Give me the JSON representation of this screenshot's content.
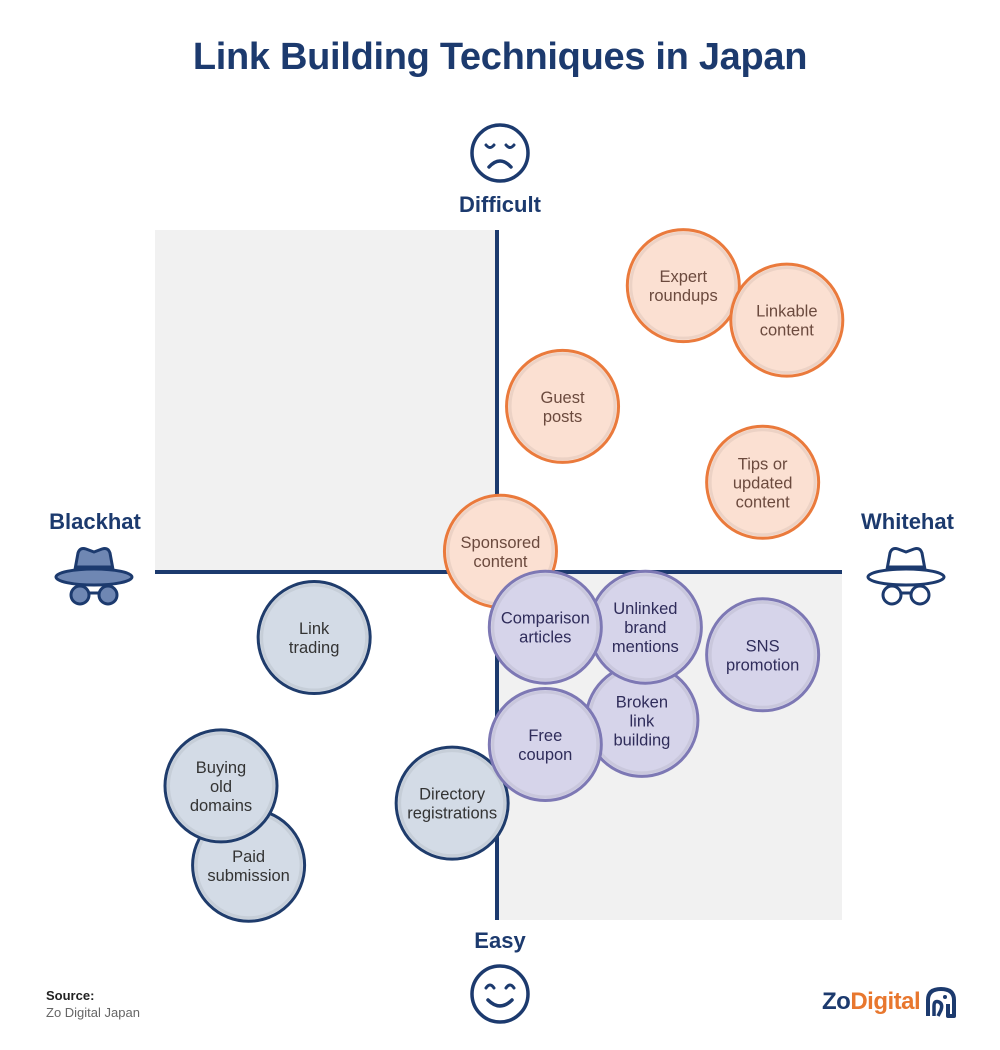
{
  "title": "Link Building Techniques in Japan",
  "axes": {
    "top": "Difficult",
    "bottom": "Easy",
    "left": "Blackhat",
    "right": "Whitehat",
    "top_icon": "sad-face-icon",
    "bottom_icon": "happy-face-icon",
    "left_icon": "blackhat-spy-icon",
    "right_icon": "whitehat-spy-icon"
  },
  "colors": {
    "navy": "#1c3a6e",
    "quadrant_shade": "#f1f1f1",
    "orange_fill": "#fbe0d2",
    "orange_stroke": "#ea7a3c",
    "orange_text": "#6b4a3e",
    "purple_fill": "#d6d4ea",
    "purple_stroke": "#7d78b4",
    "purple_text": "#2f2c5a",
    "gray_fill": "#d3dbe6",
    "gray_stroke": "#1f3c6c",
    "gray_text": "#333333",
    "logo_orange": "#e8772e"
  },
  "chart_data": {
    "type": "scatter",
    "title": "Link Building Techniques in Japan",
    "xlabel_left": "Blackhat",
    "xlabel_right": "Whitehat",
    "ylabel_top": "Difficult",
    "ylabel_bottom": "Easy",
    "xlim": [
      -1,
      1
    ],
    "ylim": [
      -1,
      1
    ],
    "note": "x: -1 = Blackhat, +1 = Whitehat; y: -1 = Easy, +1 = Difficult (approximate positions)",
    "categories": {
      "orange": "Whitehat difficult",
      "purple": "Whitehat easy",
      "gray": "Blackhat"
    },
    "points": [
      {
        "label": [
          "Paid",
          "submission"
        ],
        "category": "gray",
        "x": -0.72,
        "y": -0.85
      },
      {
        "label": [
          "Buying",
          "old",
          "domains"
        ],
        "category": "gray",
        "x": -0.8,
        "y": -0.62
      },
      {
        "label": [
          "Link",
          "trading"
        ],
        "category": "gray",
        "x": -0.53,
        "y": -0.19
      },
      {
        "label": [
          "Directory",
          "registrations"
        ],
        "category": "gray",
        "x": -0.13,
        "y": -0.67
      },
      {
        "label": [
          "Expert",
          "roundups"
        ],
        "category": "orange",
        "x": 0.54,
        "y": 0.83
      },
      {
        "label": [
          "Linkable",
          "content"
        ],
        "category": "orange",
        "x": 0.84,
        "y": 0.73
      },
      {
        "label": [
          "Guest",
          "posts"
        ],
        "category": "orange",
        "x": 0.19,
        "y": 0.48
      },
      {
        "label": [
          "Tips or",
          "updated",
          "content"
        ],
        "category": "orange",
        "x": 0.77,
        "y": 0.26
      },
      {
        "label": [
          "Sponsored",
          "content"
        ],
        "category": "orange",
        "x": 0.01,
        "y": 0.06
      },
      {
        "label": [
          "SNS",
          "promotion"
        ],
        "category": "purple",
        "x": 0.77,
        "y": -0.24
      },
      {
        "label": [
          "Broken",
          "link",
          "building"
        ],
        "category": "purple",
        "x": 0.42,
        "y": -0.43
      },
      {
        "label": [
          "Free",
          "coupon"
        ],
        "category": "purple",
        "x": 0.14,
        "y": -0.5
      },
      {
        "label": [
          "Unlinked",
          "brand",
          "mentions"
        ],
        "category": "purple",
        "x": 0.43,
        "y": -0.16
      },
      {
        "label": [
          "Comparison",
          "articles"
        ],
        "category": "purple",
        "x": 0.14,
        "y": -0.16
      }
    ]
  },
  "source": {
    "title": "Source:",
    "value": "Zo Digital Japan"
  },
  "logo": {
    "part1": "Zo",
    "part2": "Digital",
    "icon": "elephant-icon"
  }
}
